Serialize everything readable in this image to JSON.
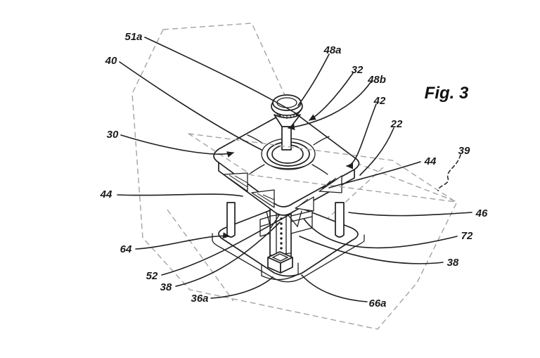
{
  "figure": {
    "caption": "Fig. 3"
  },
  "colors": {
    "line": "#1f1f1f",
    "dashed_construction": "#a3a3a3",
    "background": "#ffffff"
  },
  "labels": [
    {
      "id": "51a",
      "text": "51a"
    },
    {
      "id": "40",
      "text": "40"
    },
    {
      "id": "30",
      "text": "30"
    },
    {
      "id": "44-left",
      "text": "44"
    },
    {
      "id": "64",
      "text": "64"
    },
    {
      "id": "52",
      "text": "52"
    },
    {
      "id": "38-left",
      "text": "38"
    },
    {
      "id": "36a",
      "text": "36a"
    },
    {
      "id": "48a",
      "text": "48a"
    },
    {
      "id": "32",
      "text": "32"
    },
    {
      "id": "48b",
      "text": "48b"
    },
    {
      "id": "42",
      "text": "42"
    },
    {
      "id": "22",
      "text": "22"
    },
    {
      "id": "44-right",
      "text": "44"
    },
    {
      "id": "39",
      "text": "39"
    },
    {
      "id": "46",
      "text": "46"
    },
    {
      "id": "72",
      "text": "72"
    },
    {
      "id": "38-right",
      "text": "38"
    },
    {
      "id": "66a",
      "text": "66a"
    }
  ]
}
